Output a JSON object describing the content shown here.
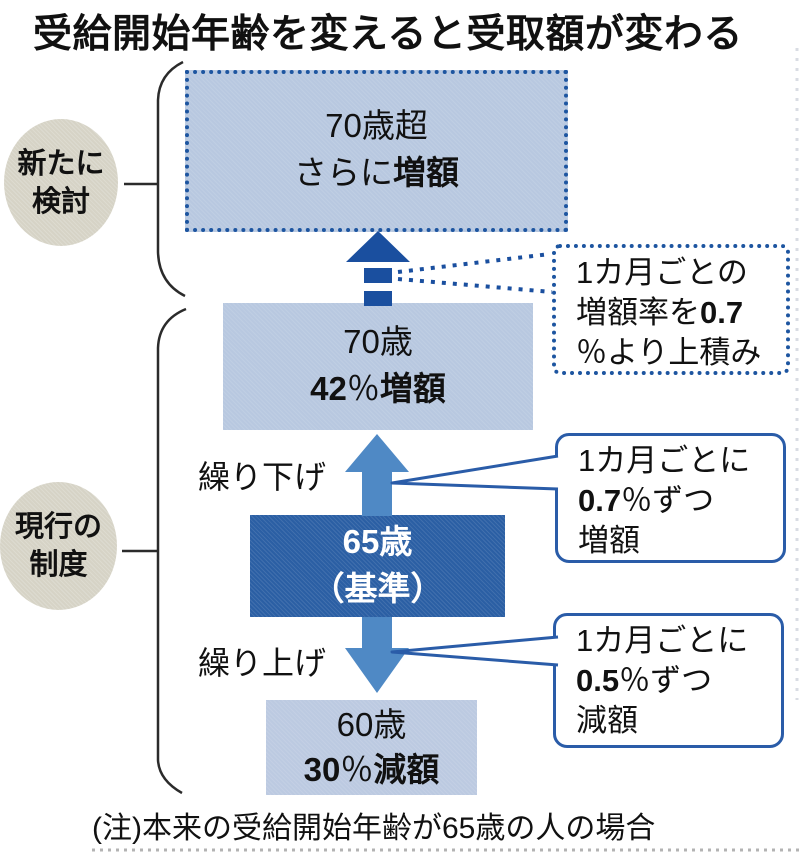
{
  "title": "受給開始年齢を変えると受取額が変わる",
  "note": "(注)本来の受給開始年齢が65歳の人の場合",
  "side_labels": {
    "new_review": {
      "line1": "新たに",
      "line2": "検討"
    },
    "current_system": {
      "line1": "現行の",
      "line2": "制度"
    }
  },
  "boxes": {
    "over_70": {
      "age": "70歳超",
      "effect_prefix": "さらに",
      "effect_bold": "増額"
    },
    "age_70": {
      "age": "70歳",
      "pct_bold": "42",
      "pct_sign": "％",
      "effect_bold": "増額"
    },
    "age_65": {
      "age": "65歳",
      "basis": "（基準）"
    },
    "age_60": {
      "age": "60歳",
      "pct_bold": "30",
      "pct_sign": "％",
      "effect_bold": "減額"
    }
  },
  "arrow_labels": {
    "defer": "繰り下げ",
    "advance": "繰り上げ"
  },
  "callouts": {
    "top": {
      "line1": "1カ月ごとの",
      "line2_normal": "増額率を",
      "line2_bold": "0.7",
      "line3": "％より上積み"
    },
    "middle": {
      "line1": "1カ月ごとに",
      "line2_bold": "0.7",
      "line2_normal": "％ずつ",
      "line3": "増額"
    },
    "bottom": {
      "line1": "1カ月ごとに",
      "line2_bold": "0.5",
      "line2_normal": "％ずつ",
      "line3": "減額"
    }
  },
  "colors": {
    "dark_blue": "#1a4f9f",
    "box_dark_blue": "#2b5fa4",
    "light_blue": "#b8c8e0",
    "arrow_blue": "#4f89c5",
    "callout_border": "#2a5ca8",
    "dotted_border": "#1d55a0",
    "circle_beige": "#d6d3c6"
  }
}
